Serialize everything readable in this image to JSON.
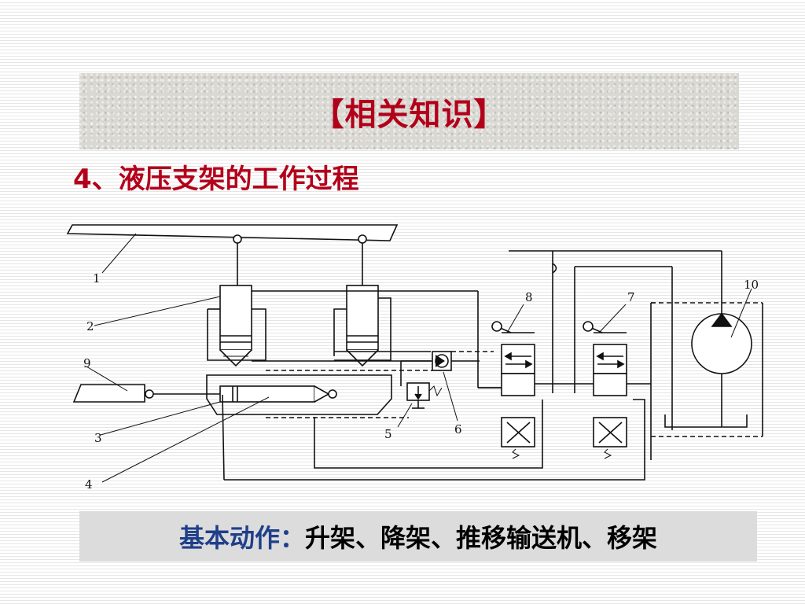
{
  "slide": {
    "title": "【相关知识】",
    "heading": "4、液压支架的工作过程"
  },
  "diagram": {
    "labels": [
      "1",
      "2",
      "3",
      "4",
      "5",
      "6",
      "7",
      "8",
      "9",
      "10"
    ]
  },
  "footer": {
    "label": "基本动作：",
    "text": "升架、降架、推移输送机、移架"
  }
}
